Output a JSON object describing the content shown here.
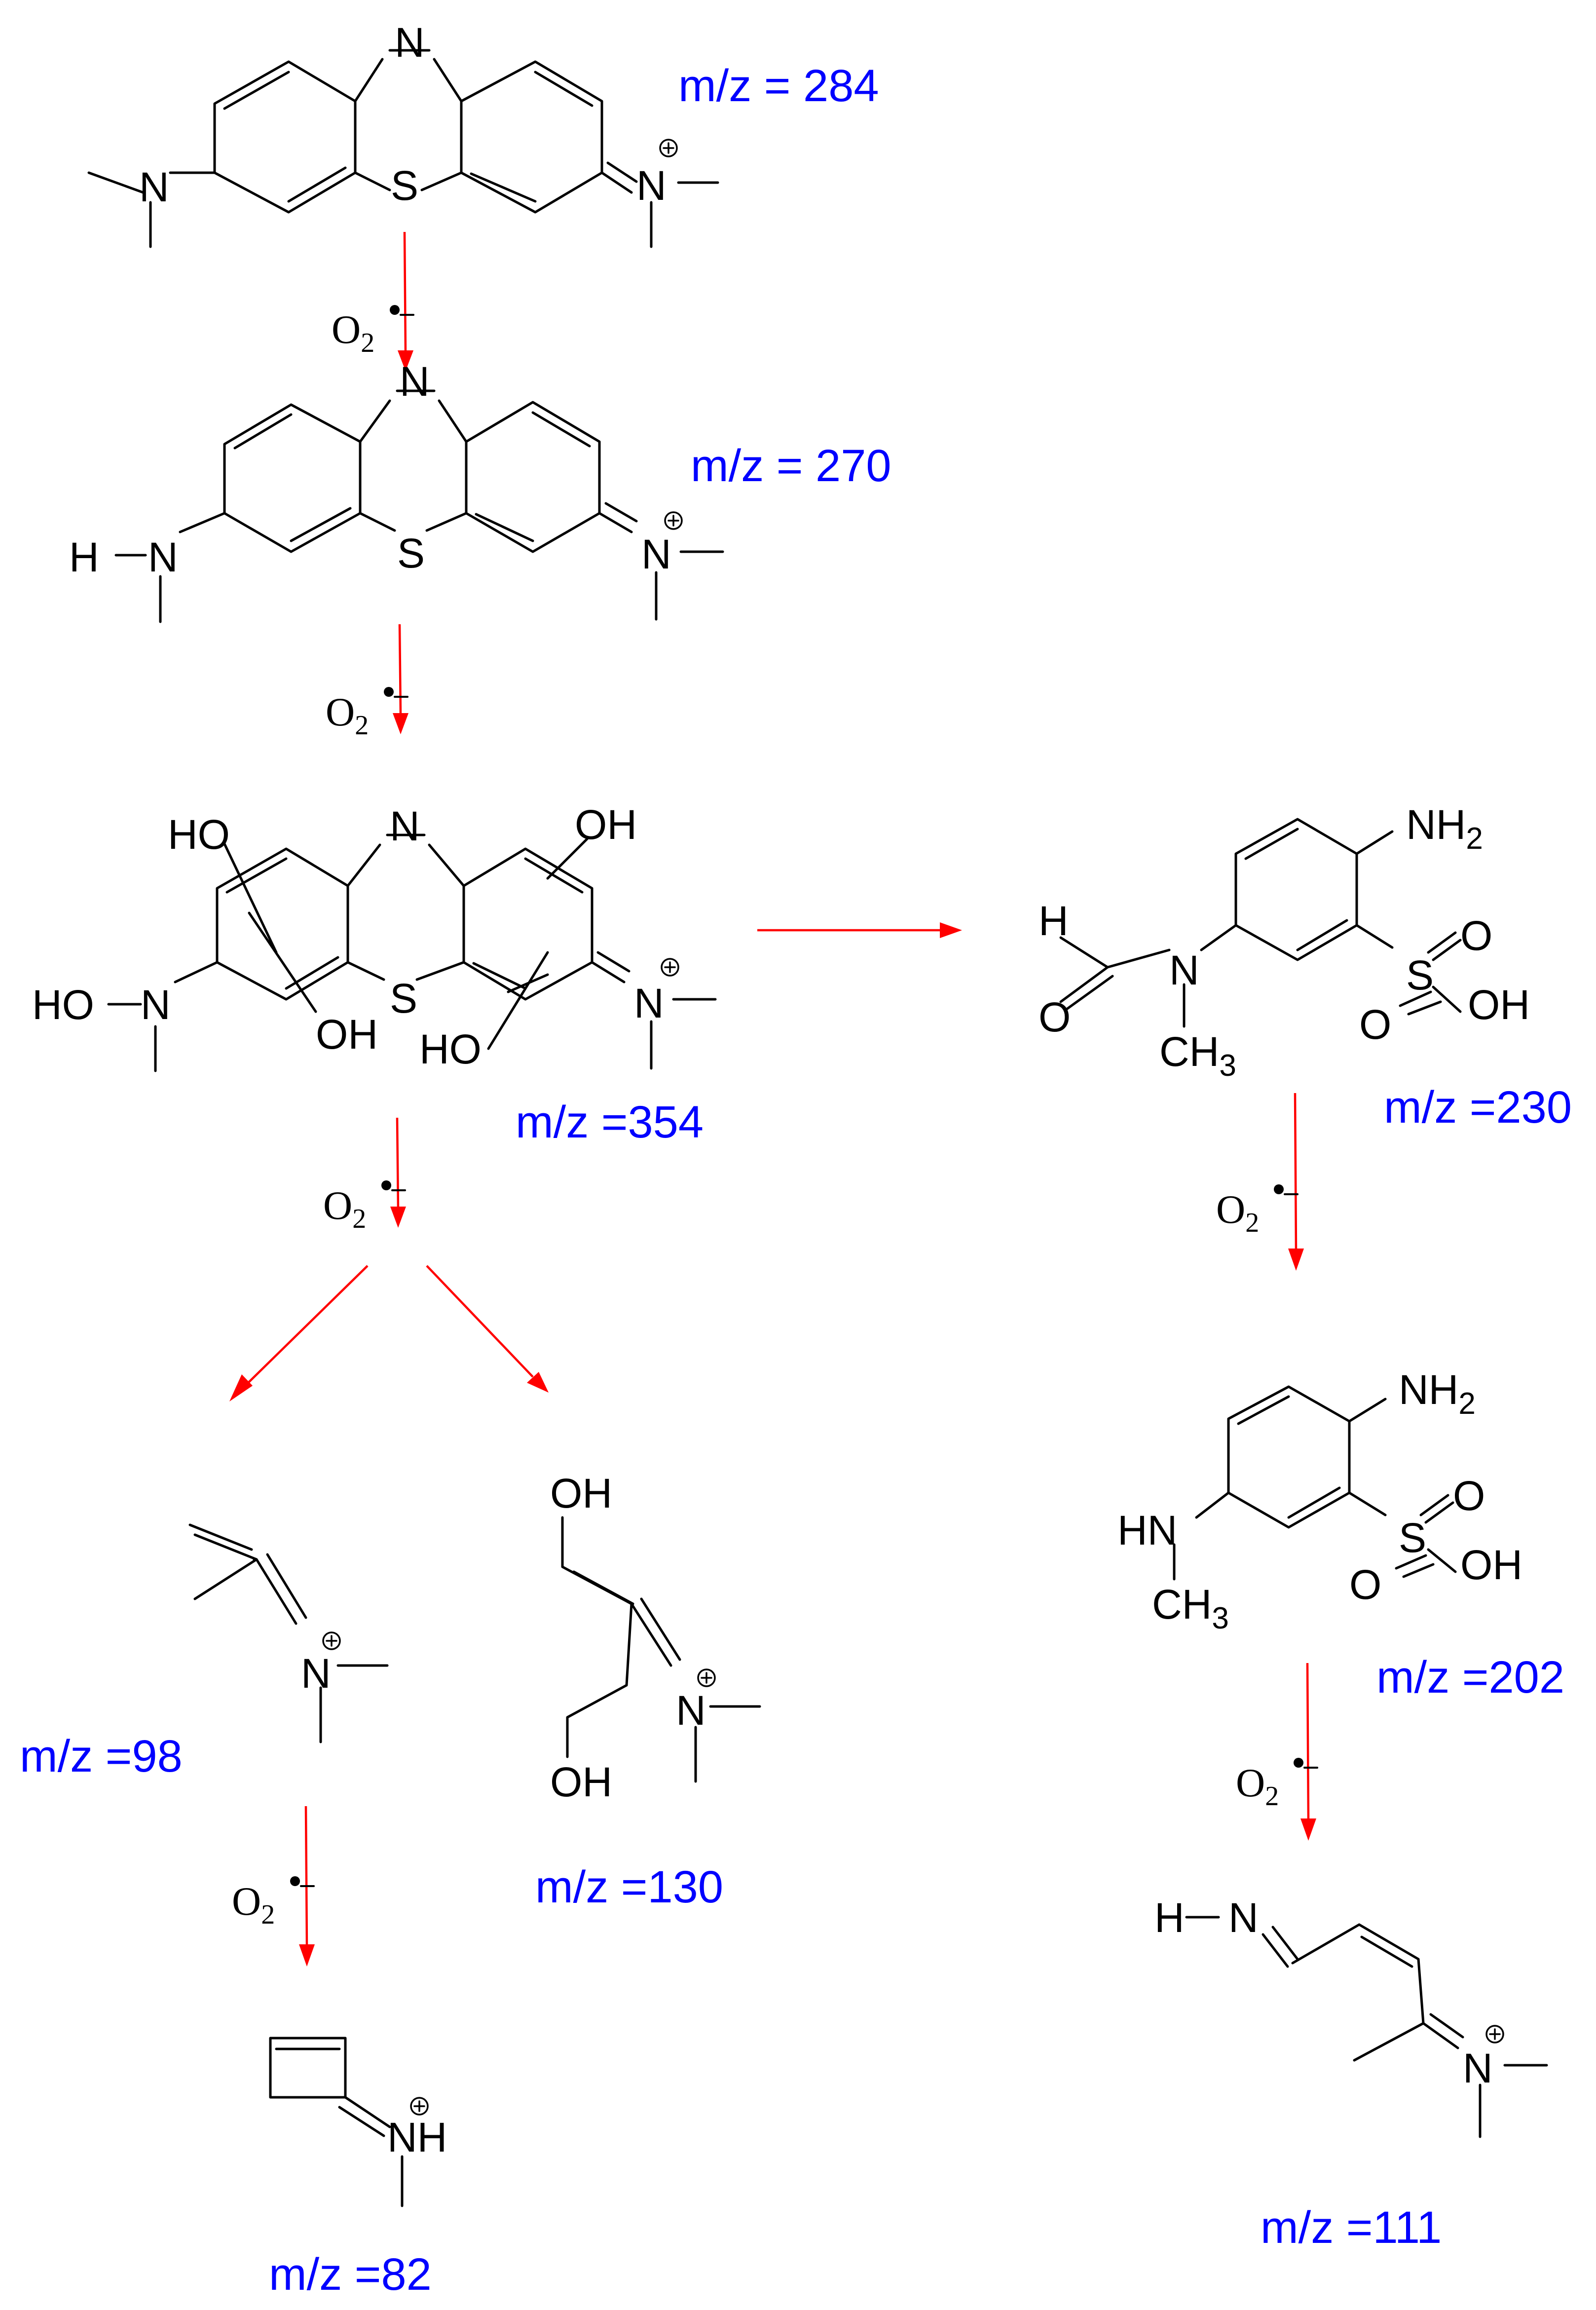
{
  "colors": {
    "bond": "#000000",
    "arrow": "#ff0000",
    "mass_label": "#0000ff"
  },
  "reagent": {
    "symbol": "O",
    "subscript": "2"
  },
  "compounds": [
    {
      "id": "c284",
      "mz_label": "m/z = 284"
    },
    {
      "id": "c270",
      "mz_label": "m/z = 270"
    },
    {
      "id": "c354",
      "mz_label": "m/z =354"
    },
    {
      "id": "c230",
      "mz_label": "m/z =230"
    },
    {
      "id": "c202",
      "mz_label": "m/z =202"
    },
    {
      "id": "c98",
      "mz_label": "m/z =98"
    },
    {
      "id": "c130",
      "mz_label": "m/z =130"
    },
    {
      "id": "c82",
      "mz_label": "m/z =82"
    },
    {
      "id": "c111",
      "mz_label": "m/z =111"
    }
  ],
  "atoms": {
    "N": "N",
    "S": "S",
    "H": "H",
    "O": "O",
    "OH": "OH",
    "HO": "HO",
    "NH": "NH",
    "HN": "HN",
    "CH": "CH",
    "sub3": "3",
    "sub2": "2"
  }
}
